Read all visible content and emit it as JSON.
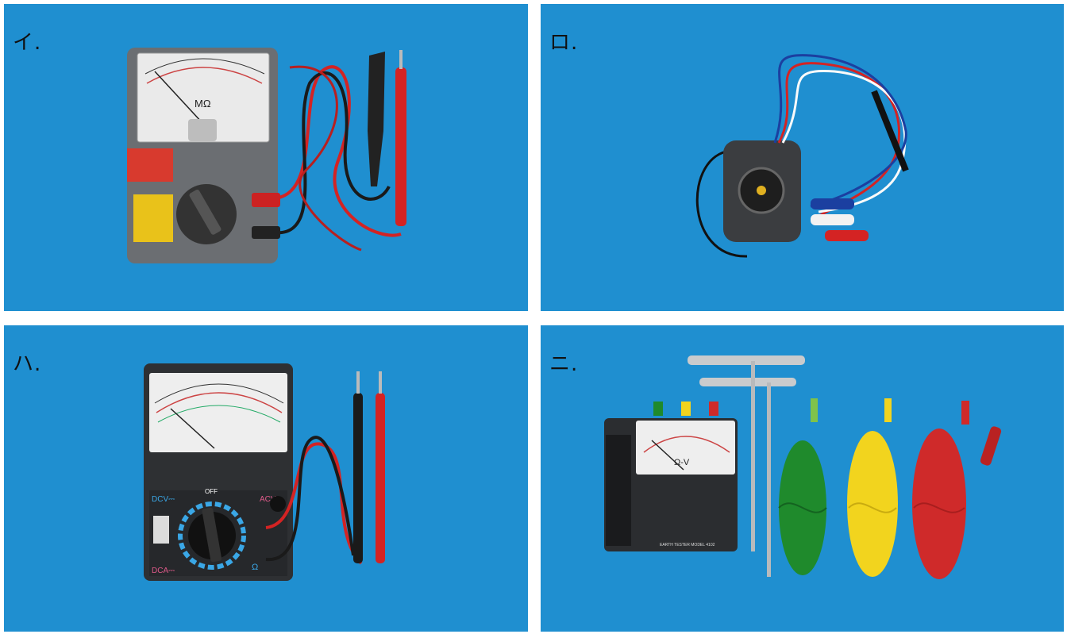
{
  "panels": [
    {
      "label": "イ.",
      "meter_unit": "MΩ",
      "icon": "insulation-resistance-tester"
    },
    {
      "label": "ロ.",
      "icon": "phase-sequence-tester"
    },
    {
      "label": "ハ.",
      "range_dcv": "DCV⎓",
      "range_acv": "ACV~",
      "range_dca": "DCA⎓",
      "range_ohm": "Ω",
      "switch_off": "OFF",
      "icon": "analog-multimeter"
    },
    {
      "label": "ニ.",
      "meter_unit": "Ω-V",
      "model_text": "EARTH TESTER MODEL 4102",
      "icon": "earth-resistance-tester"
    }
  ],
  "colors": {
    "background": "#1f8fd0",
    "lead_red": "#d42323",
    "lead_black": "#1a1a1a",
    "wire_green": "#1f8a2c",
    "wire_yellow": "#f2d41e",
    "wire_red": "#cf2a2a"
  }
}
